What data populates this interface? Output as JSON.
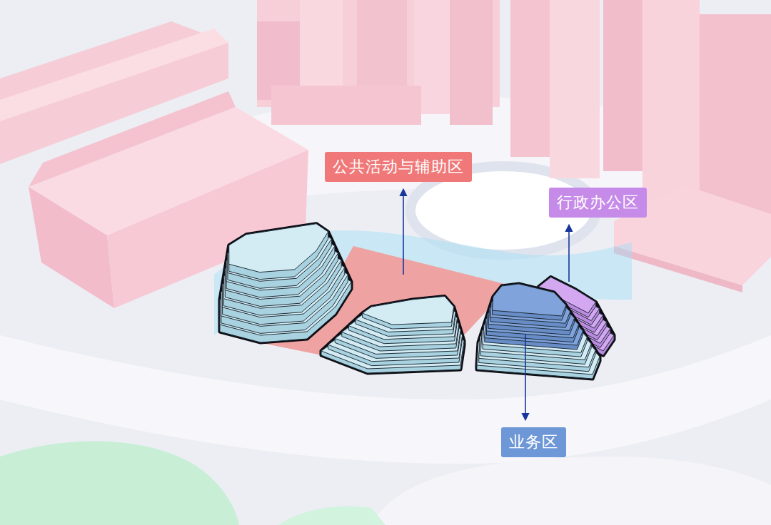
{
  "diagram": {
    "nodes": [
      {
        "text": [
          "公共活动与辅助区"
        ]
      },
      {
        "text": [
          "行政办公区"
        ]
      },
      {
        "text": [
          "业务区"
        ]
      }
    ]
  }
}
